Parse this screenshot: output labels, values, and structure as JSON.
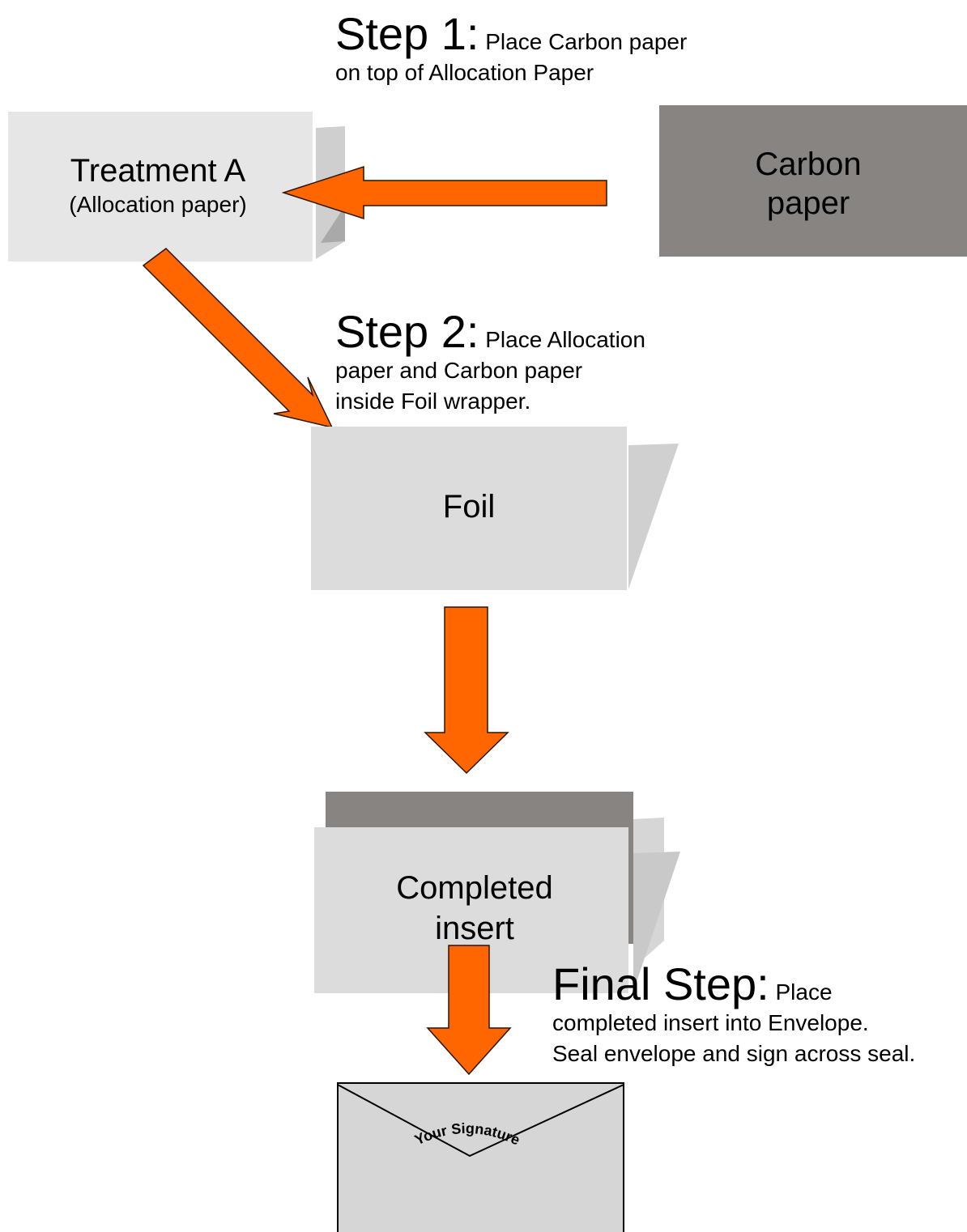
{
  "steps": {
    "step1": {
      "heading": "Step 1:",
      "line1": "Place Carbon paper",
      "line2": "on top of Allocation Paper"
    },
    "step2": {
      "heading": "Step 2:",
      "line1": "Place Allocation",
      "line2": "paper and Carbon paper",
      "line3": "inside Foil wrapper."
    },
    "final": {
      "heading": "Final Step:",
      "line1": "Place",
      "line2": "completed insert into Envelope.",
      "line3": "Seal envelope and sign across seal."
    }
  },
  "boxes": {
    "treatment": {
      "title": "Treatment A",
      "subtitle": "(Allocation paper)"
    },
    "carbon": {
      "line1": "Carbon",
      "line2": "paper"
    },
    "foil": {
      "label": "Foil"
    },
    "completed": {
      "line1": "Completed",
      "line2": "insert"
    },
    "envelope": {
      "signature": "Your Signature"
    }
  },
  "colors": {
    "arrow_fill": "#ff6600",
    "arrow_stroke": "#2b1400",
    "paper_light": "#e6e6e6",
    "paper_foil": "#dcdcdc",
    "paper_shadow": "#cfcfcf",
    "carbon_gray": "#878481",
    "envelope_fill": "#d6d6d6"
  }
}
